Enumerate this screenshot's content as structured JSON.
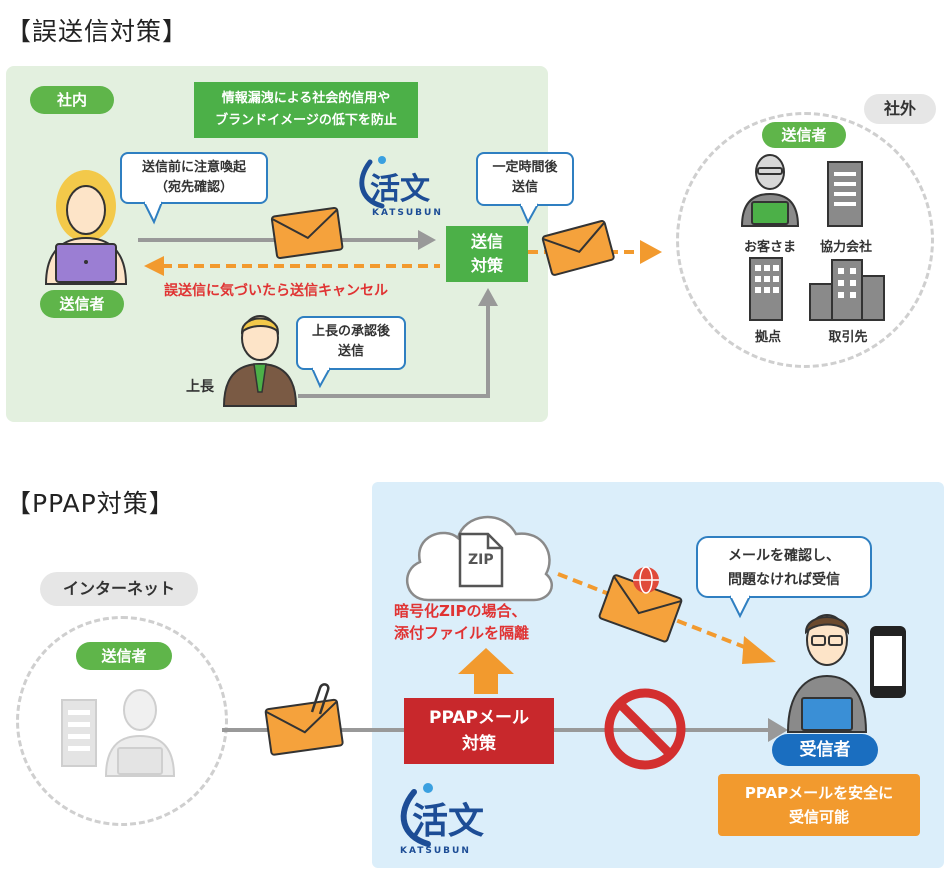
{
  "section1": {
    "heading": "【誤送信対策】",
    "internal_label": "社内",
    "external_label": "社外",
    "goal_line1": "情報漏洩による社会的信用や",
    "goal_line2": "ブランドイメージの低下を防止",
    "bubble_before_line1": "送信前に注意喚起",
    "bubble_before_line2": "（宛先確認）",
    "bubble_delay_line1": "一定時間後",
    "bubble_delay_line2": "送信",
    "bubble_approval_line1": "上長の承認後",
    "bubble_approval_line2": "送信",
    "logo_text": "活文",
    "logo_sub": "KATSUBUN",
    "sender_label": "送信者",
    "boss_label": "上長",
    "measure_line1": "送信",
    "measure_line2": "対策",
    "cancel_text": "誤送信に気づいたら送信キャンセル",
    "recipients_title": "送信者",
    "recipients": [
      "お客さま",
      "協力会社",
      "拠点",
      "取引先"
    ]
  },
  "section2": {
    "heading": "【PPAP対策】",
    "internet_label": "インターネット",
    "sender_label": "送信者",
    "zip_label": "ZIP",
    "isolate_line1": "暗号化ZIPの場合、",
    "isolate_line2": "添付ファイルを隔離",
    "measure_line1": "PPAPメール",
    "measure_line2": "対策",
    "bubble_line1": "メールを確認し、",
    "bubble_line2": "問題なければ受信",
    "receiver_label": "受信者",
    "safe_line1": "PPAPメールを安全に",
    "safe_line2": "受信可能",
    "logo_text": "活文",
    "logo_sub": "KATSUBUN"
  },
  "colors": {
    "green": "#4cb048",
    "orange": "#f29a2e",
    "red": "#d32f2f",
    "blue": "#1a6ec0"
  }
}
